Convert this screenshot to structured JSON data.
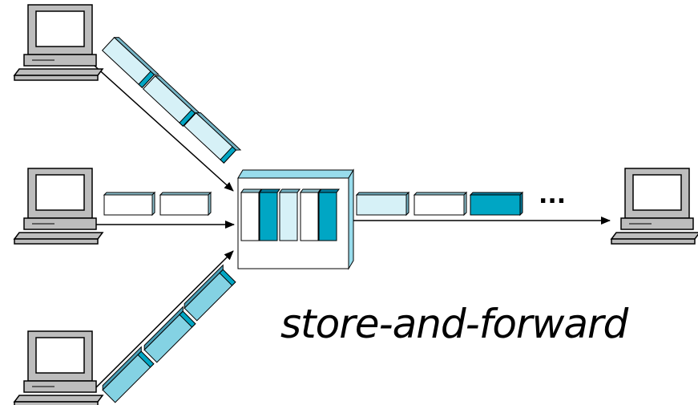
{
  "caption": "store-and-forward",
  "ellipsis": "...",
  "colors": {
    "white_packet": "#ffffff",
    "light_packet": "#d6f1f7",
    "teal_packet": "#00a6c4",
    "mid_packet": "#84d2e3",
    "switch_face": "#ffffff",
    "switch_edge": "#98dcec",
    "computer_body": "#bdbdbd",
    "screen": "#ffffff",
    "line": "#000000"
  },
  "diagram": {
    "computers": [
      "host-top-left",
      "host-middle-left",
      "host-bottom-left",
      "host-right"
    ],
    "switch_buffer": [
      "white",
      "teal",
      "light",
      "white",
      "teal"
    ],
    "top_link_packets": [
      "light",
      "light",
      "light"
    ],
    "middle_link_packets": [
      "white",
      "white"
    ],
    "bottom_link_packets": [
      "mid",
      "mid",
      "mid"
    ],
    "output_link_packets": [
      "light",
      "white",
      "teal"
    ]
  }
}
